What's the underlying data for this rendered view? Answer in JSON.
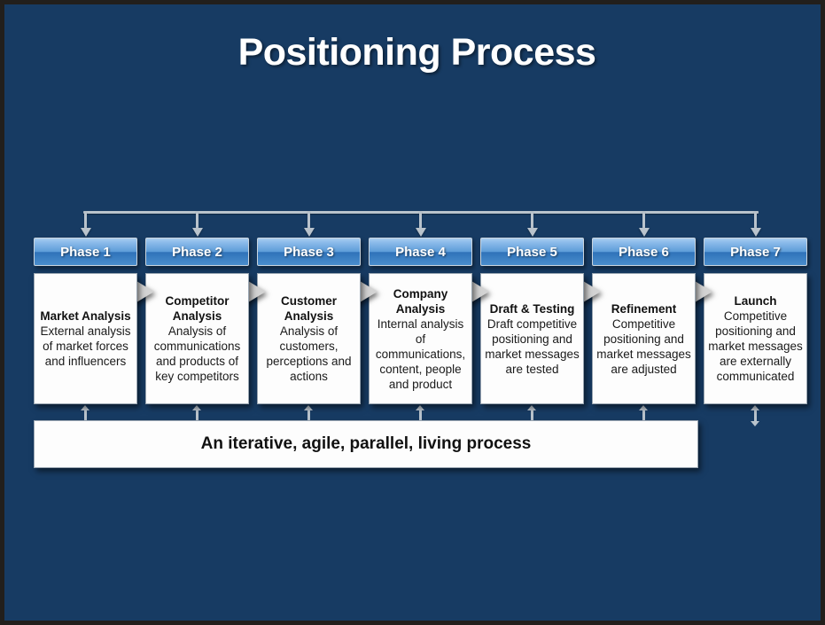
{
  "slide": {
    "title": "Positioning Process",
    "background_color": "#173b63",
    "frame_color": "#221f1c"
  },
  "phases": [
    {
      "header": "Phase 1",
      "heading": "Market Analysis",
      "body": "External analysis of market forces and influencers"
    },
    {
      "header": "Phase 2",
      "heading": "Competitor Analysis",
      "body": "Analysis of communications and products of key competitors"
    },
    {
      "header": "Phase 3",
      "heading": "Customer Analysis",
      "body": "Analysis of customers, perceptions and actions"
    },
    {
      "header": "Phase 4",
      "heading": "Company Analysis",
      "body": "Internal analysis of communications, content, people and product"
    },
    {
      "header": "Phase 5",
      "heading": "Draft & Testing",
      "body": "Draft competitive positioning and market messages are tested"
    },
    {
      "header": "Phase 6",
      "heading": "Refinement",
      "body": "Competitive positioning and market messages are adjusted"
    },
    {
      "header": "Phase 7",
      "heading": "Launch",
      "body": "Competitive positioning and market messages are externally communicated"
    }
  ],
  "footer": {
    "text": "An iterative, agile, parallel, living process"
  },
  "connectors": {
    "bus_color": "#b9c3cc",
    "chevron_color": "#d3d3d3"
  }
}
